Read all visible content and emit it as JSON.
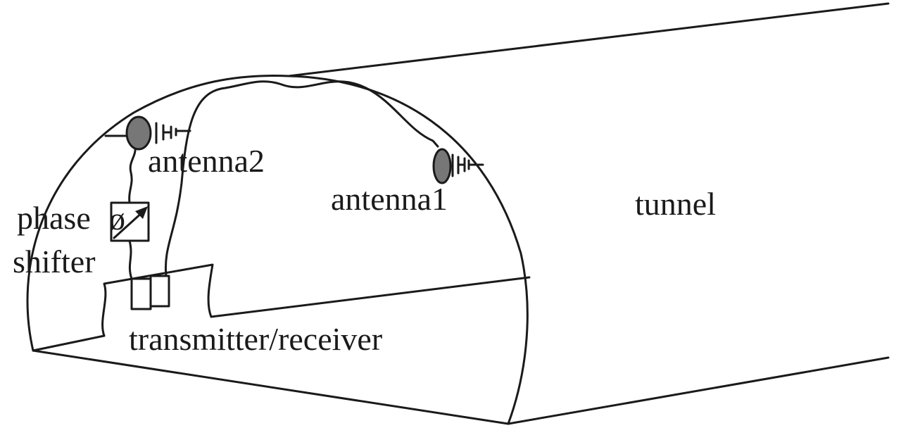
{
  "labels": {
    "antenna2": "antenna2",
    "antenna1": "antenna1",
    "tunnel": "tunnel",
    "phase": "phase",
    "shifter": "shifter",
    "phase_symbol": "ø",
    "transceiver": "transmitter/receiver"
  },
  "colors": {
    "line": "#1a1a1a",
    "antenna_fill": "#777777",
    "background": "#ffffff"
  },
  "icons": {
    "phase_shifter": "phase-shifter-box-arrow-icon",
    "antenna": "antenna-element-icon"
  }
}
